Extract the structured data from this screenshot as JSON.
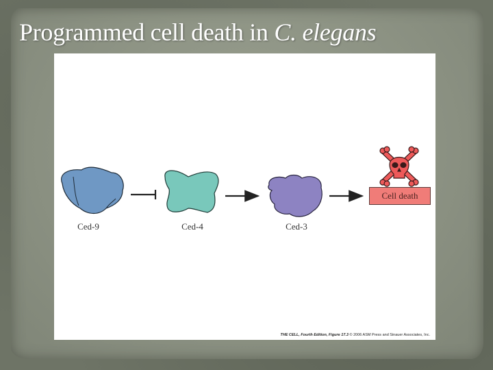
{
  "slide": {
    "title_main": "Programmed cell death in ",
    "title_italic": "C. elegans"
  },
  "figure": {
    "proteins": [
      {
        "name": "Ced-9",
        "color": "#6f98c4"
      },
      {
        "name": "Ced-4",
        "color": "#79c8bb"
      },
      {
        "name": "Ced-3",
        "color": "#8d83c2"
      }
    ],
    "relations": [
      {
        "from": "Ced-9",
        "to": "Ced-4",
        "type": "inhibits"
      },
      {
        "from": "Ced-4",
        "to": "Ced-3",
        "type": "activates"
      },
      {
        "from": "Ced-3",
        "to": "Cell death",
        "type": "activates"
      }
    ],
    "outcome_label": "Cell death",
    "outcome_color": "#f07c78",
    "outcome_icon": "skull-crossbones-icon",
    "caption_bold": "THE CELL, Fourth Edition, Figure 17.3",
    "caption_rest": " © 2006 ASM Press and Sinauer Associates, Inc."
  }
}
